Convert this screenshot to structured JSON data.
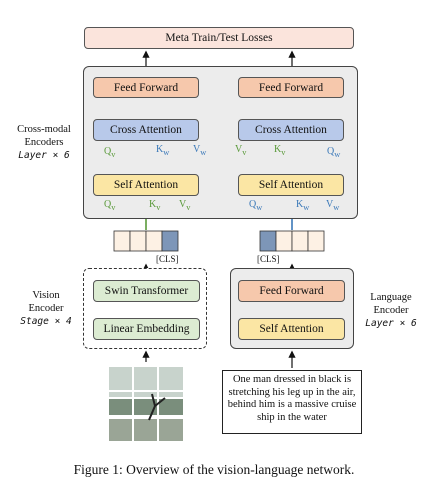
{
  "top_box": "Meta Train/Test Losses",
  "cross_modal": {
    "label_line1": "Cross-modal",
    "label_line2": "Encoders",
    "layer": "Layer × 6",
    "left": {
      "ff": "Feed Forward",
      "ca": "Cross Attention",
      "sa": "Self Attention",
      "ca_inputs": [
        "Q",
        "K",
        "V"
      ],
      "ca_subs": [
        "v",
        "w",
        "w"
      ],
      "sa_inputs": [
        "Q",
        "K",
        "V"
      ],
      "sa_subs": [
        "v",
        "v",
        "v"
      ]
    },
    "right": {
      "ff": "Feed Forward",
      "ca": "Cross Attention",
      "sa": "Self Attention",
      "ca_inputs": [
        "V",
        "K",
        "Q"
      ],
      "ca_subs": [
        "v",
        "v",
        "w"
      ],
      "sa_inputs": [
        "Q",
        "K",
        "V"
      ],
      "sa_subs": [
        "w",
        "w",
        "w"
      ]
    }
  },
  "vision_encoder": {
    "label_line1": "Vision",
    "label_line2": "Encoder",
    "stage": "Stage × 4",
    "swin": "Swin Transformer",
    "linear": "Linear Embedding",
    "cls": "[CLS]"
  },
  "language_encoder": {
    "label_line1": "Language",
    "label_line2": "Encoder",
    "layer": "Layer × 6",
    "ff": "Feed Forward",
    "sa": "Self Attention",
    "cls": "[CLS]",
    "input_text": "One man dressed in black is stretching his leg up in the air, behind him is a massive cruise ship in the water"
  },
  "caption": "Figure 1: Overview of the vision-language network.",
  "colors": {
    "green_arrow": "#5a9a3a",
    "blue_arrow": "#3a78b8"
  }
}
